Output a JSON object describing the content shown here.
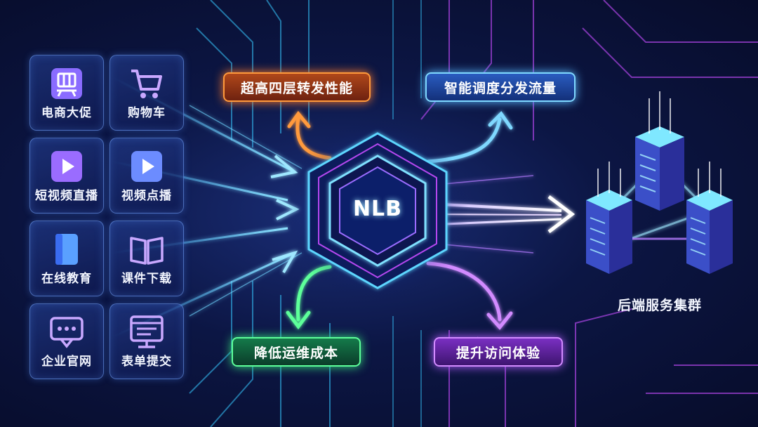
{
  "tiles": [
    {
      "label": "电商大促",
      "icon": "shopping-bag-icon"
    },
    {
      "label": "购物车",
      "icon": "cart-icon"
    },
    {
      "label": "短视频直播",
      "icon": "play-icon"
    },
    {
      "label": "视频点播",
      "icon": "play-icon"
    },
    {
      "label": "在线教育",
      "icon": "book-icon"
    },
    {
      "label": "课件下载",
      "icon": "open-book-icon"
    },
    {
      "label": "企业官网",
      "icon": "chat-icon"
    },
    {
      "label": "表单提交",
      "icon": "monitor-icon"
    }
  ],
  "center": {
    "label": "NLB"
  },
  "badges": {
    "top_left": "超高四层转发性能",
    "top_right": "智能调度分发流量",
    "bottom_left": "降低运维成本",
    "bottom_right": "提升访问体验"
  },
  "cluster": {
    "label": "后端服务集群"
  },
  "colors": {
    "orange": "#ff9a3c",
    "blue": "#7fd8ff",
    "green": "#5dff9a",
    "purple": "#d28bff",
    "circuit_cyan": "#37c8ff",
    "circuit_magenta": "#c64cff"
  }
}
